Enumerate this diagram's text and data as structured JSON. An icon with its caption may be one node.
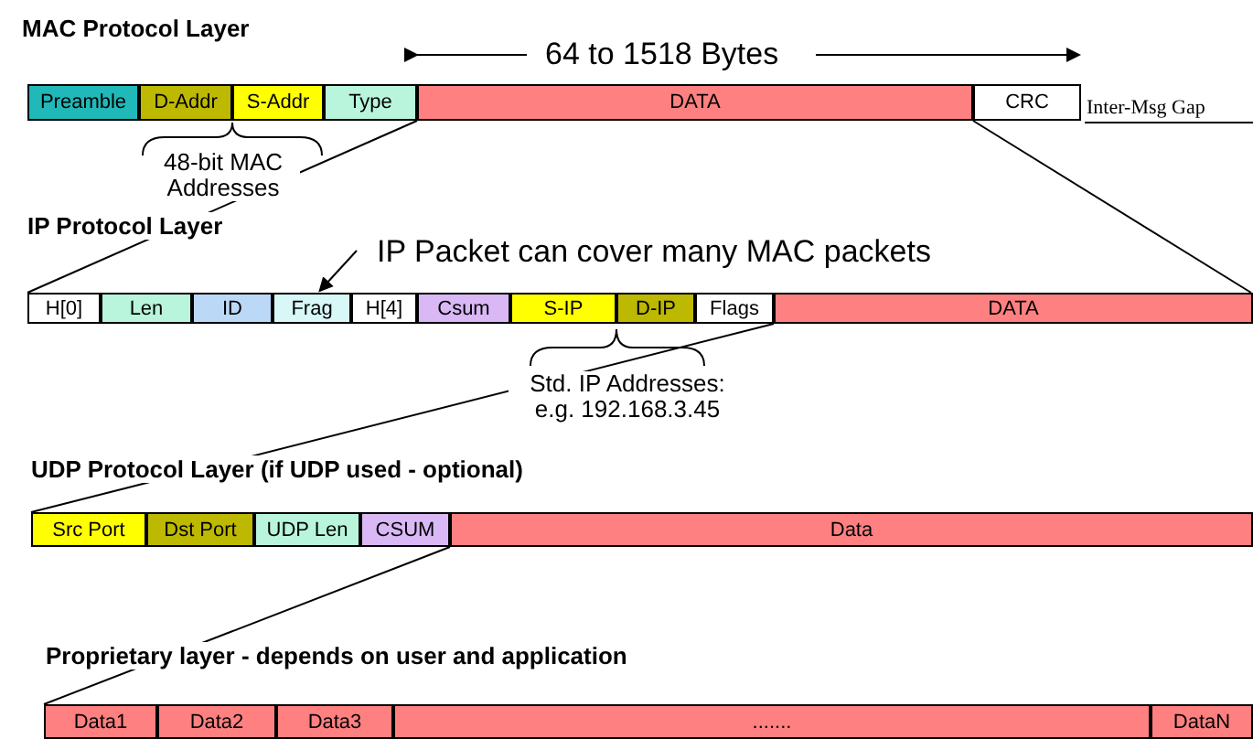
{
  "diagram": {
    "nodes": [
      {
        "text": [
          "Preamble"
        ]
      },
      {
        "text": [
          "D-Addr"
        ]
      },
      {
        "text": [
          "S-Addr"
        ]
      },
      {
        "text": [
          "Type"
        ]
      },
      {
        "text": [
          "DATA"
        ]
      },
      {
        "text": [
          "CRC"
        ]
      },
      {
        "text": [
          "IP Packet can cover many MAC packets"
        ]
      },
      {
        "text": [
          "H[0]"
        ]
      },
      {
        "text": [
          "Len"
        ]
      },
      {
        "text": [
          "ID"
        ]
      },
      {
        "text": [
          "Frag"
        ]
      },
      {
        "text": [
          "H[4]"
        ]
      },
      {
        "text": [
          "Csum"
        ]
      },
      {
        "text": [
          "S-IP"
        ]
      },
      {
        "text": [
          "D-IP"
        ]
      },
      {
        "text": [
          "Flags"
        ]
      },
      {
        "text": [
          "DATA"
        ]
      },
      {
        "text": [
          "Src Port"
        ]
      },
      {
        "text": [
          "Dst Port"
        ]
      },
      {
        "text": [
          "UDP Len"
        ]
      },
      {
        "text": [
          "CSUM"
        ]
      },
      {
        "text": [
          "Data"
        ]
      },
      {
        "text": [
          "Data1"
        ]
      },
      {
        "text": [
          "Data2"
        ]
      },
      {
        "text": [
          "Data3"
        ]
      },
      {
        "text": [
          "......."
        ]
      },
      {
        "text": [
          "DataN"
        ]
      }
    ],
    "edges": [
      {
        "from": 4,
        "to": 7,
        "arrow": "none"
      },
      {
        "from": 4,
        "to": 16,
        "arrow": "none"
      },
      {
        "from": 6,
        "to": 10,
        "arrow": "to"
      },
      {
        "from": 16,
        "to": 17,
        "arrow": "none"
      },
      {
        "from": 21,
        "to": 22,
        "arrow": "none"
      }
    ],
    "labels": [
      "MAC Protocol Layer",
      "64 to 1518 Bytes",
      "Inter-Msg Gap",
      "48-bit MAC Addresses",
      "IP Protocol Layer",
      "Std. IP Addresses: e.g. 192.168.3.45",
      "UDP Protocol Layer (if UDP used - optional)",
      "Proprietary layer - depends on user and application"
    ]
  }
}
